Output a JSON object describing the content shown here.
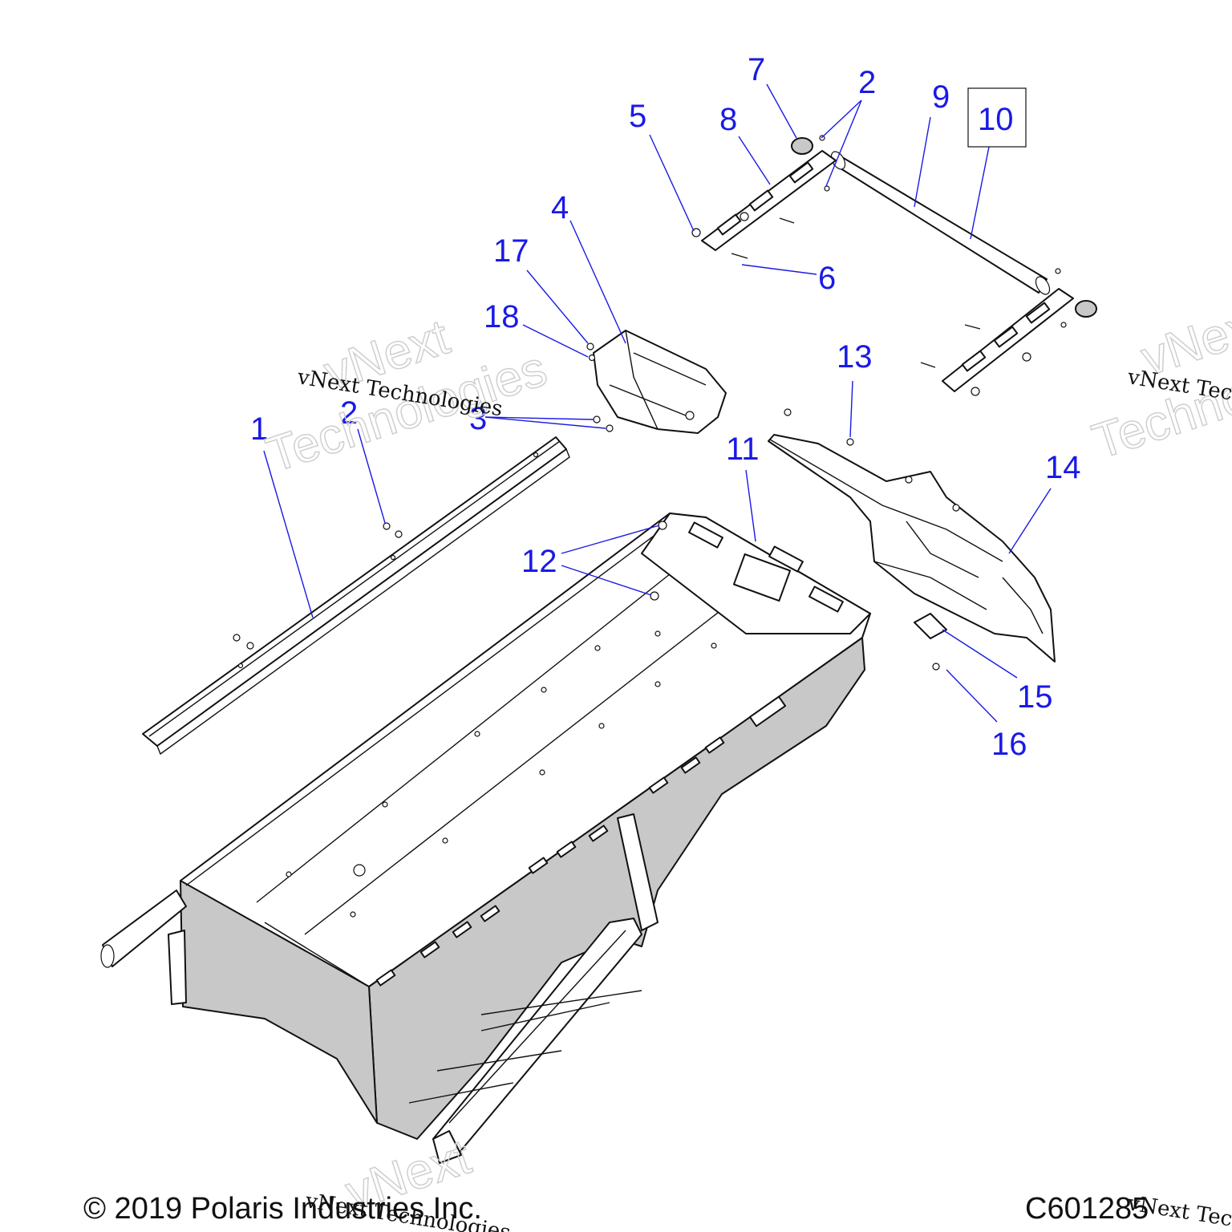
{
  "callouts": {
    "c1": "1",
    "c2a": "2",
    "c2b": "2",
    "c3": "3",
    "c4": "4",
    "c5": "5",
    "c6": "6",
    "c7": "7",
    "c8": "8",
    "c9": "9",
    "c10": "10",
    "c11": "11",
    "c12": "12",
    "c13": "13",
    "c14": "14",
    "c15": "15",
    "c16": "16",
    "c17": "17",
    "c18": "18"
  },
  "watermark": {
    "line1": "vNext",
    "line2": "Technologies",
    "small": "vNext Technologies"
  },
  "footer": {
    "copyright": "© 2019 Polaris Industries Inc.",
    "code": "C601285"
  },
  "colors": {
    "callout": "#1a1ae6",
    "line": "#111111",
    "shade": "#c8c8c8"
  }
}
